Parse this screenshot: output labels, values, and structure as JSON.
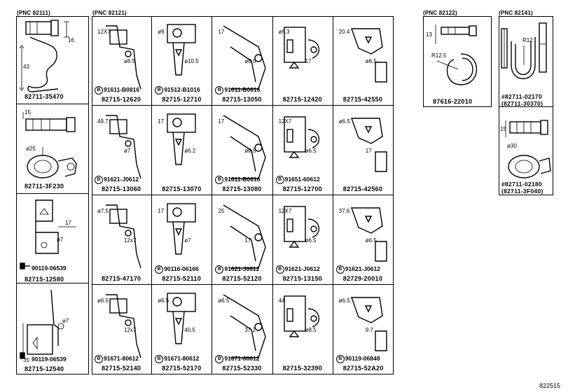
{
  "pnc_labels": {
    "group_82111": "(PNC 82111)",
    "group_82121": "(PNC 82121)",
    "group_82122": "(PNC 82122)",
    "group_82141": "(PNC 82141)"
  },
  "left_column": [
    {
      "part": "82711-35470",
      "dims": [
        "16",
        "43"
      ]
    },
    {
      "part": "82711-3F230",
      "dims": [
        "15",
        "ø25"
      ]
    },
    {
      "part": "82715-12580",
      "sub": "90119-06539",
      "dims": [
        "17",
        "ø7"
      ]
    },
    {
      "part": "82715-12540",
      "sub": "90119-06539",
      "dims": [
        "ø7",
        "35"
      ]
    }
  ],
  "grid": [
    {
      "part": "82715-12620",
      "sub": "91611-B0816",
      "dims": [
        "12X7",
        "ø8.5"
      ]
    },
    {
      "part": "82715-12710",
      "sub": "91512-B1016",
      "dims": [
        "ø9",
        "ø10.5"
      ]
    },
    {
      "part": "82715-13050",
      "sub": "91611-B0816",
      "dims": [
        "17",
        "ø8.5"
      ]
    },
    {
      "part": "82715-12420",
      "dims": [
        "ø6.3",
        "17"
      ]
    },
    {
      "part": "82715-42550",
      "dims": [
        "20.4",
        "ø6.5"
      ]
    },
    {
      "part": "82715-13060",
      "sub": "91621-J0612",
      "dims": [
        "49.7",
        "ø7"
      ]
    },
    {
      "part": "82715-13070",
      "dims": [
        "17",
        "ø6.2"
      ]
    },
    {
      "part": "82715-13080",
      "sub": "91611-B0816",
      "dims": [
        "17",
        "ø8.5"
      ]
    },
    {
      "part": "82715-12700",
      "sub": "91651-60612",
      "dims": [
        "12X7",
        "ø6.5"
      ]
    },
    {
      "part": "82715-42560",
      "dims": [
        "ø6.5",
        "17"
      ]
    },
    {
      "part": "82715-47170",
      "dims": [
        "ø7.5",
        "12x7"
      ]
    },
    {
      "part": "82715-52110",
      "sub": "90116-06166",
      "dims": [
        "17",
        "ø7"
      ]
    },
    {
      "part": "82715-52120",
      "sub": "91621-J0612",
      "dims": [
        "25",
        "17"
      ]
    },
    {
      "part": "82715-13150",
      "sub": "91621-J0612",
      "dims": [
        "12X7",
        "ø6.5"
      ]
    },
    {
      "part": "82729-20010",
      "sub": "91621-J0612",
      "dims": [
        "37.6",
        "ø6.5"
      ]
    },
    {
      "part": "82715-52140",
      "sub": "91671-80612",
      "dims": [
        "ø6.5",
        "12x7"
      ]
    },
    {
      "part": "82715-52170",
      "sub": "91671-80612",
      "dims": [
        "ø6.5",
        "40.5"
      ]
    },
    {
      "part": "82715-52330",
      "sub": "91671-80612",
      "dims": [
        "ø6.5",
        "37.2"
      ]
    },
    {
      "part": "82715-32390",
      "dims": [
        "44",
        "ø8.5"
      ]
    },
    {
      "part": "82715-52A20",
      "sub": "90119-06848",
      "dims": [
        "ø6.5",
        "9.7"
      ]
    }
  ],
  "pnc_82122": {
    "part": "87616-22010",
    "dims": [
      "13",
      "R12.5"
    ]
  },
  "pnc_82141": {
    "top": {
      "part_a": "#82711-02170",
      "part_b": "(82711-30370)",
      "dims": [
        "R12"
      ]
    },
    "bottom": {
      "part_a": "#82711-02180",
      "part_b": "(82711-3F040)",
      "dims": [
        "15",
        "ø30"
      ]
    }
  },
  "figure_id": "822515",
  "ref_symbol": "B"
}
